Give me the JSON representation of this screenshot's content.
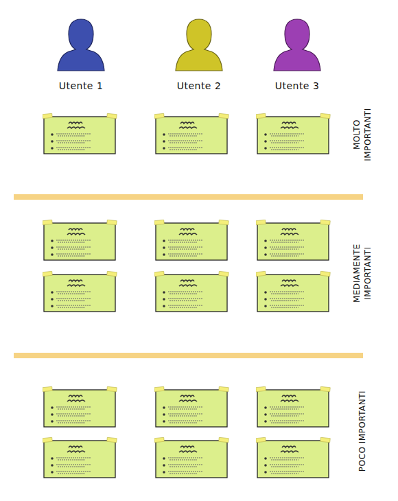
{
  "diagram": {
    "labels": [
      "Utente 1",
      "Utente 2",
      "Utente 3",
      "MOLTO IMPORTANTI",
      "MEDIAMENTE IMPORTANTI",
      "POCO IMPORTANTI"
    ]
  }
}
